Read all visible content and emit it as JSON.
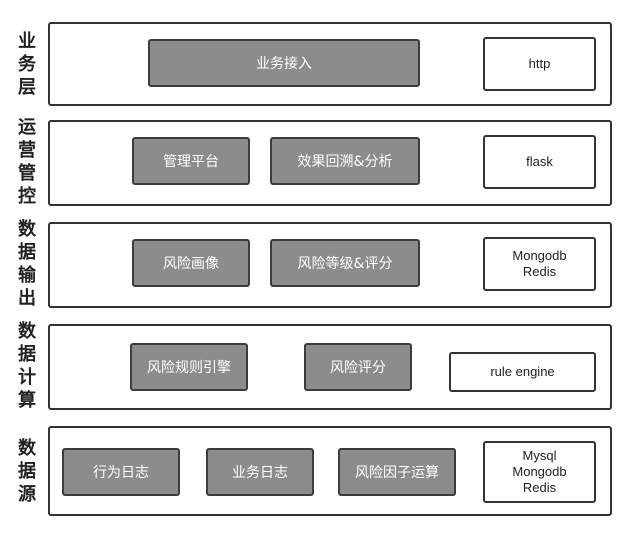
{
  "layers": [
    {
      "label_chars": [
        "业",
        "务",
        "层"
      ],
      "modules": [
        "业务接入"
      ],
      "tech": "http"
    },
    {
      "label_chars": [
        "运",
        "营",
        "管",
        "控"
      ],
      "modules": [
        "管理平台",
        "效果回溯&分析"
      ],
      "tech": "flask"
    },
    {
      "label_chars": [
        "数",
        "据",
        "输",
        "出"
      ],
      "modules": [
        "风险画像",
        "风险等级&评分"
      ],
      "tech": "Mongodb\nRedis"
    },
    {
      "label_chars": [
        "数",
        "据",
        "计",
        "算"
      ],
      "modules": [
        "风险规则引擎",
        "风险评分"
      ],
      "tech": "rule engine"
    },
    {
      "label_chars": [
        "数",
        "据",
        "源"
      ],
      "modules": [
        "行为日志",
        "业务日志",
        "风险因子运算"
      ],
      "tech": "Mysql\nMongodb\nRedis"
    }
  ]
}
